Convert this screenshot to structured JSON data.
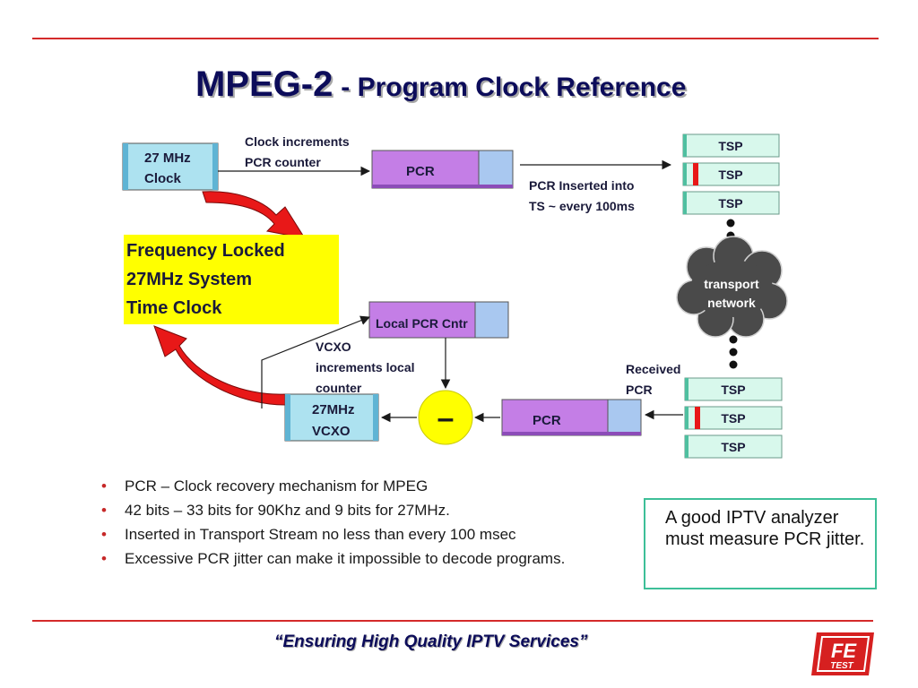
{
  "title": {
    "main": "MPEG-2",
    "sub": "- Program Clock Reference"
  },
  "diagram": {
    "clock_box": [
      "27 MHz",
      "Clock"
    ],
    "clock_increments": [
      "Clock increments",
      "PCR counter"
    ],
    "pcr_top": "PCR",
    "pcr_inserted": [
      "PCR Inserted into",
      "TS ~ every 100ms"
    ],
    "tsp_label": "TSP",
    "cloud": [
      "transport",
      "network"
    ],
    "freq_locked": [
      "Frequency Locked",
      "27MHz System",
      "Time Clock"
    ],
    "local_pcr": "Local PCR Cntr",
    "vcxo_increments": [
      "VCXO",
      "increments local",
      "counter"
    ],
    "vcxo_box": [
      "27MHz",
      "VCXO"
    ],
    "comparator": "–",
    "pcr_bottom": "PCR",
    "received_pcr": [
      "Received",
      "PCR"
    ]
  },
  "bullets": [
    "PCR – Clock recovery mechanism for MPEG",
    "42 bits – 33 bits for 90Khz and 9 bits for 27MHz.",
    "Inserted in Transport Stream no less than every 100 msec",
    "Excessive PCR jitter can make it impossible to decode programs."
  ],
  "note": "A good IPTV analyzer must measure PCR jitter.",
  "footer": "“Ensuring High Quality IPTV Services”",
  "logo": {
    "top": "FE",
    "bottom": "TEST"
  },
  "colors": {
    "rule": "#d42a2a",
    "title": "#0c0c5a",
    "pcr_purple": "#c47ee6",
    "pcr_blue": "#a9c8f0",
    "tsp_green": "#d8f8ec",
    "yellow": "#ffff00",
    "arrow_red": "#e81818"
  }
}
